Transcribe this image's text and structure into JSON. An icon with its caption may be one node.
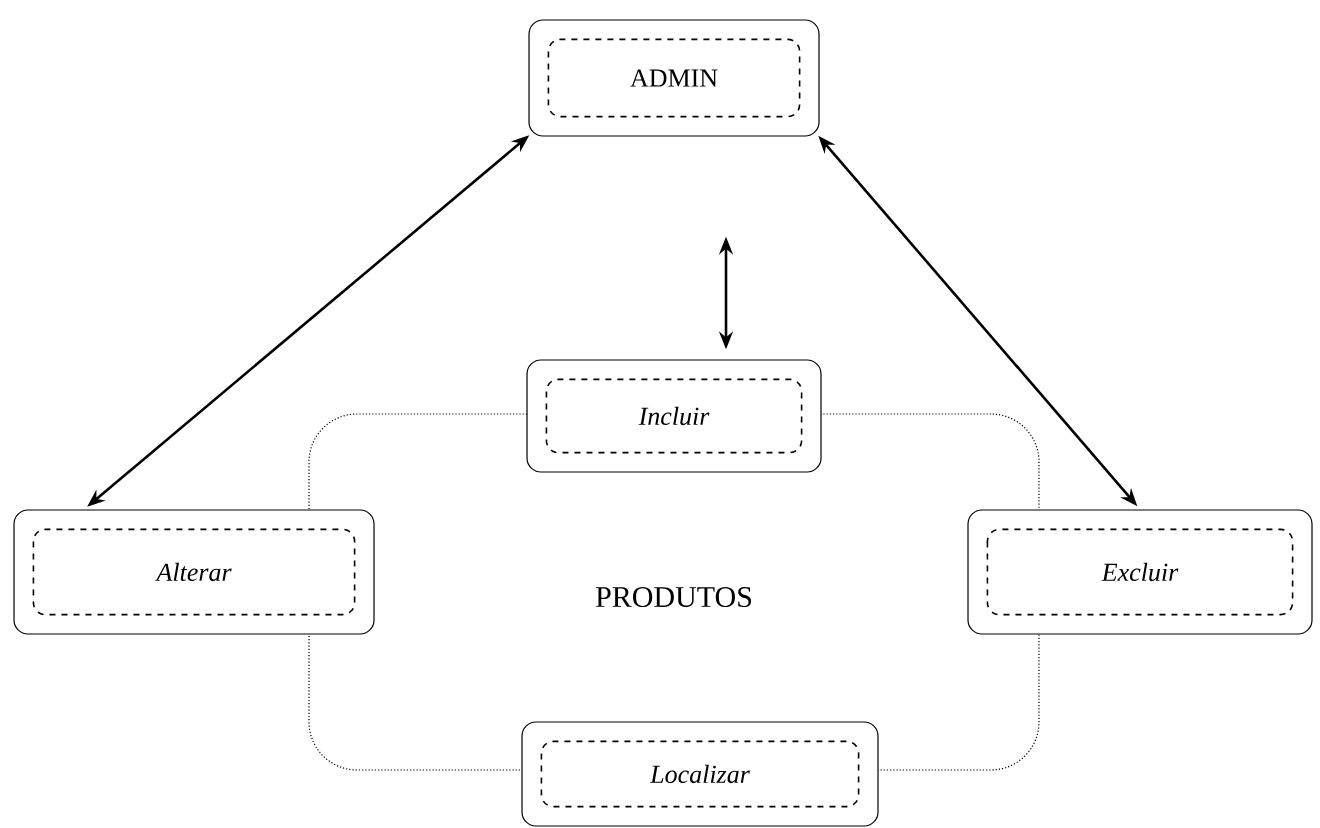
{
  "diagram": {
    "nodes": [
      {
        "text": [
          "ADMIN"
        ]
      },
      {
        "text": [
          "PRODUTOS"
        ]
      },
      {
        "text": [
          "Incluir"
        ]
      },
      {
        "text": [
          "Alterar"
        ]
      },
      {
        "text": [
          "Excluir"
        ]
      },
      {
        "text": [
          "Localizar"
        ]
      }
    ],
    "edges": [
      {
        "from": 0,
        "to": 3,
        "arrow": "both"
      },
      {
        "from": 0,
        "to": 4,
        "arrow": "both"
      },
      {
        "from": 0,
        "to": 2,
        "arrow": "both"
      }
    ]
  }
}
